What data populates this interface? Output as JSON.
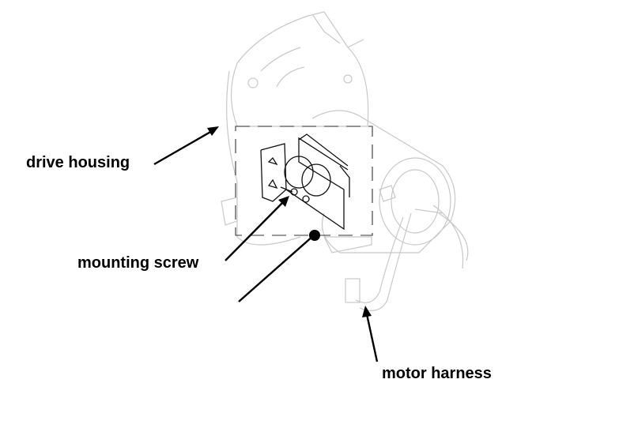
{
  "labels": {
    "drive_housing": "drive housing",
    "mounting_screw": "mounting screw",
    "motor_harness": "motor harness"
  },
  "colors": {
    "line": "#000000",
    "faded_part": "#c8c8c8"
  }
}
